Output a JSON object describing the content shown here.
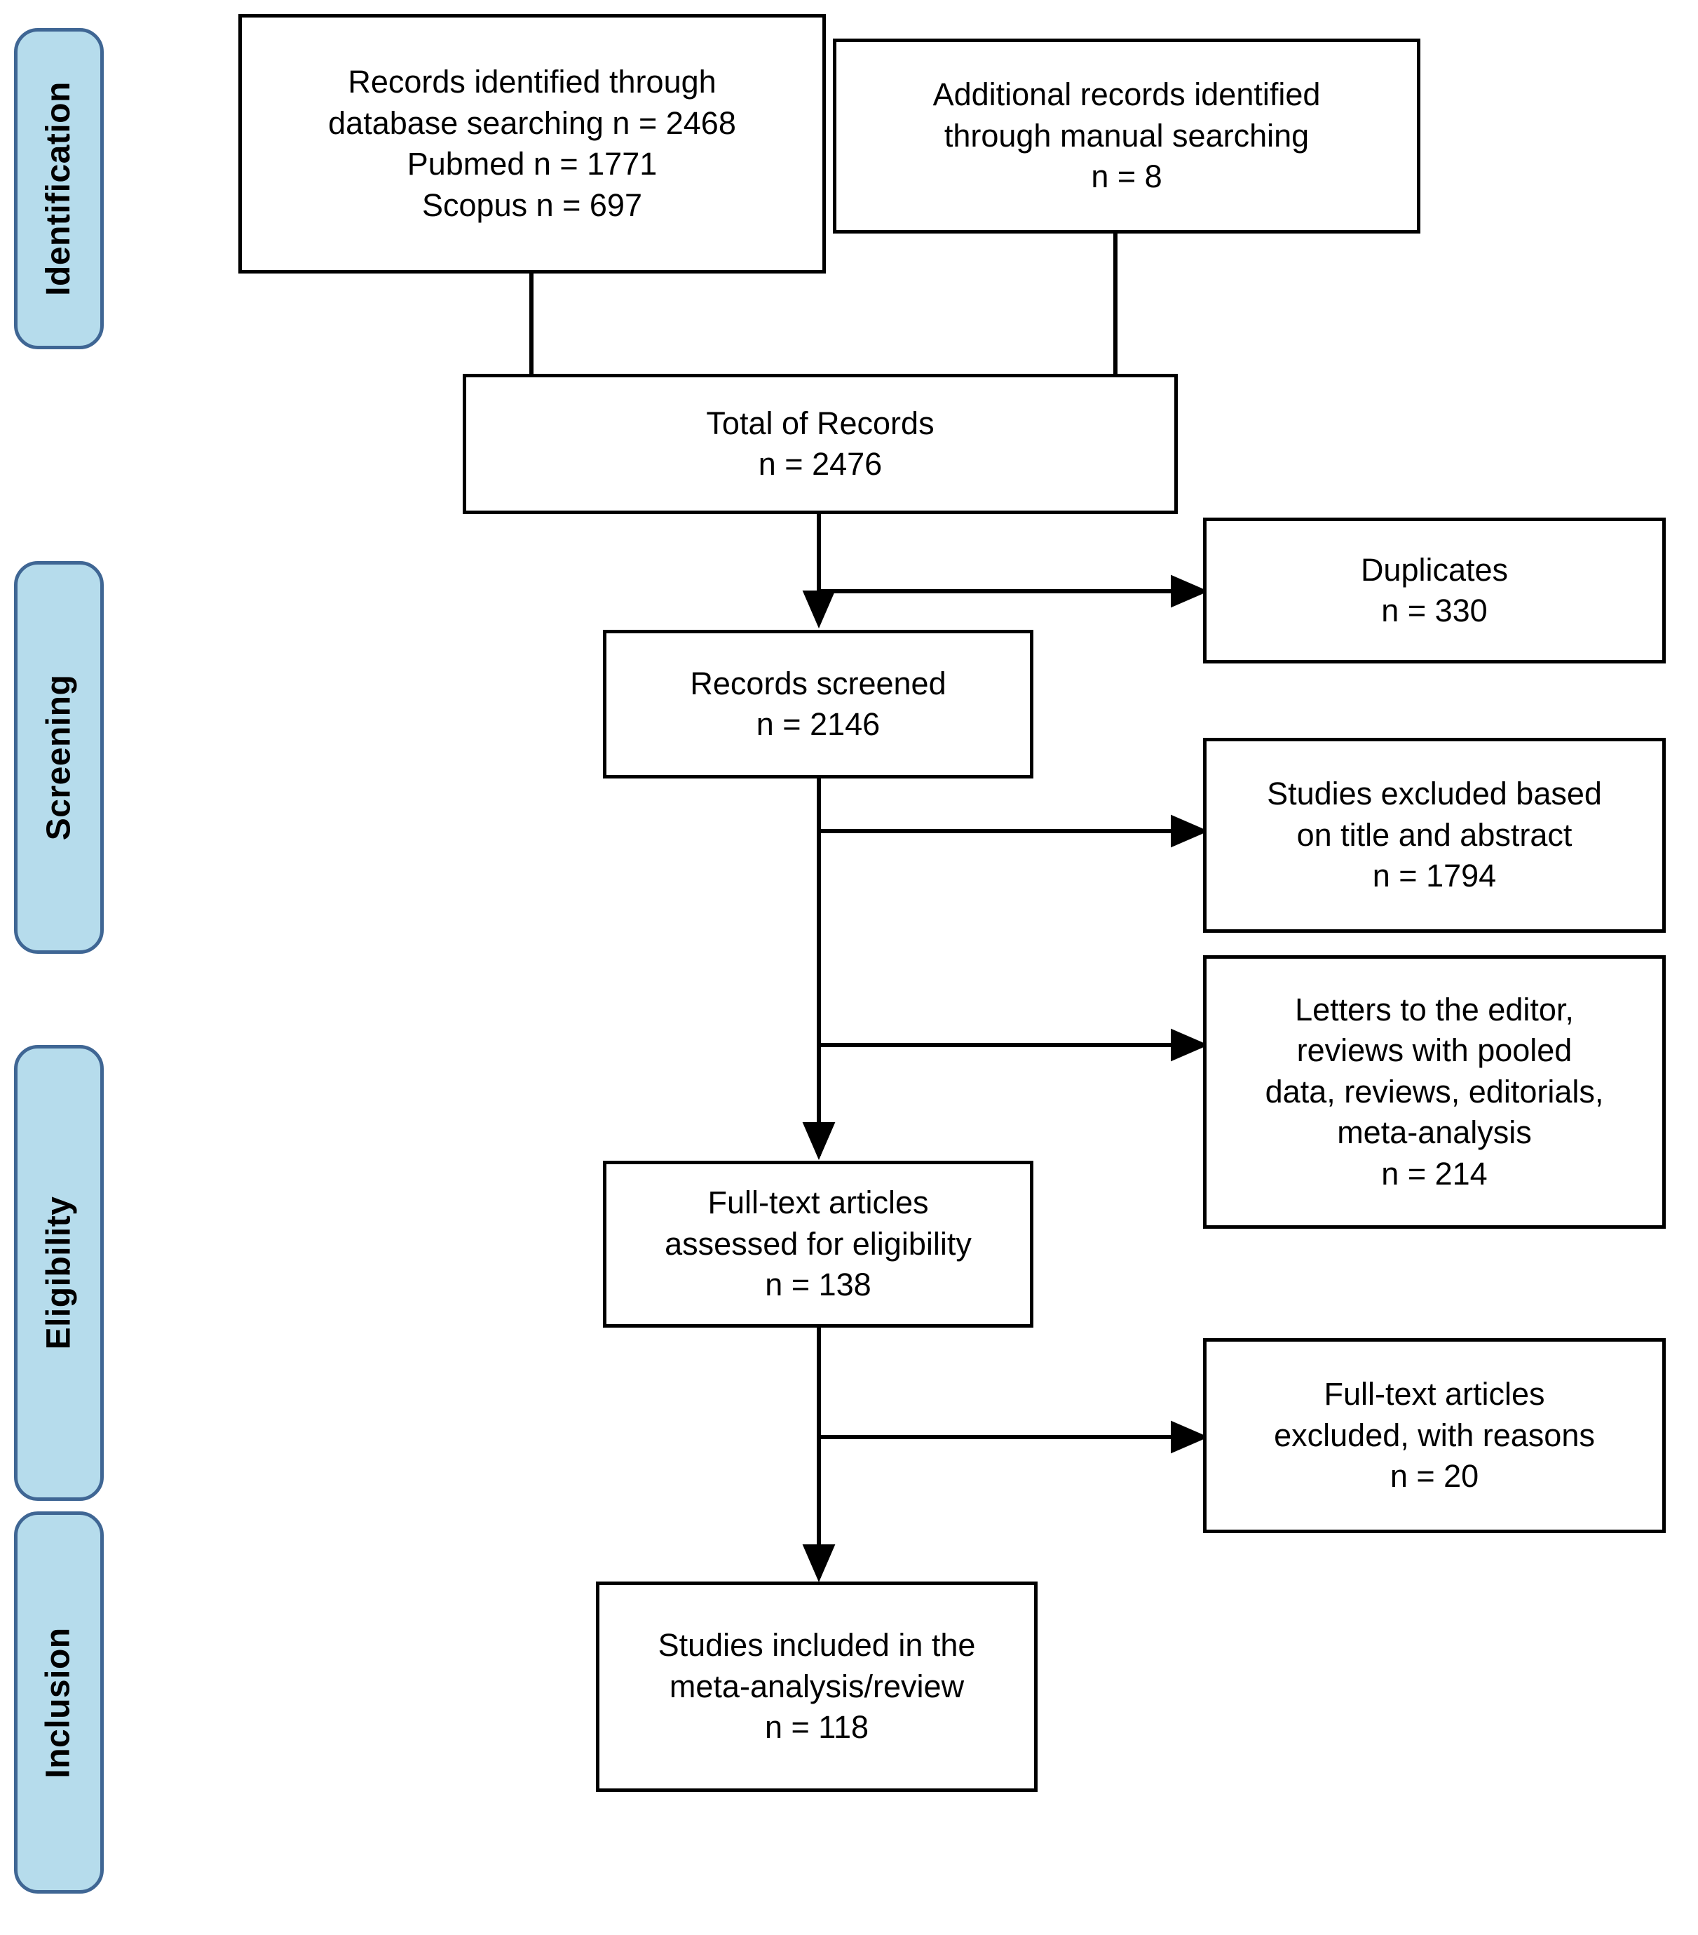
{
  "diagram": {
    "type": "prisma-flow-diagram",
    "stages": [
      {
        "id": "identification",
        "label": "Identification"
      },
      {
        "id": "screening",
        "label": "Screening"
      },
      {
        "id": "eligibility",
        "label": "Eligibility"
      },
      {
        "id": "inclusion",
        "label": "Inclusion"
      }
    ],
    "boxes": {
      "database_search": {
        "lines": [
          "Records identified through",
          "database searching n = 2468",
          "Pubmed n = 1771",
          "Scopus n = 697"
        ]
      },
      "manual_search": {
        "lines": [
          "Additional records identified",
          "through manual searching",
          "n = 8"
        ]
      },
      "total_records": {
        "lines": [
          "Total of Records",
          "n = 2476"
        ]
      },
      "duplicates": {
        "lines": [
          "Duplicates",
          "n = 330"
        ]
      },
      "records_screened": {
        "lines": [
          "Records screened",
          "n = 2146"
        ]
      },
      "excluded_title_abstract": {
        "lines": [
          "Studies excluded based",
          "on title and abstract",
          "n = 1794"
        ]
      },
      "excluded_publication_type": {
        "lines": [
          "Letters to the editor,",
          "reviews with pooled",
          "data, reviews, editorials,",
          "meta-analysis",
          "n = 214"
        ]
      },
      "fulltext_assessed": {
        "lines": [
          "Full-text articles",
          "assessed for eligibility",
          "n = 138"
        ]
      },
      "fulltext_excluded": {
        "lines": [
          "Full-text articles",
          "excluded, with reasons",
          "n = 20"
        ]
      },
      "studies_included": {
        "lines": [
          "Studies included in the",
          "meta-analysis/review",
          "n = 118"
        ]
      }
    },
    "counts": {
      "database_searching_total": 2468,
      "pubmed": 1771,
      "scopus": 697,
      "manual_searching": 8,
      "total_records": 2476,
      "duplicates": 330,
      "records_screened": 2146,
      "excluded_title_abstract": 1794,
      "excluded_publication_type": 214,
      "fulltext_assessed": 138,
      "fulltext_excluded": 20,
      "studies_included": 118
    },
    "colors": {
      "stage_fill": "#b6dcec",
      "stage_border": "#3f6694",
      "box_border": "#000000",
      "box_fill": "#ffffff",
      "connector": "#000000",
      "text": "#000000"
    }
  }
}
